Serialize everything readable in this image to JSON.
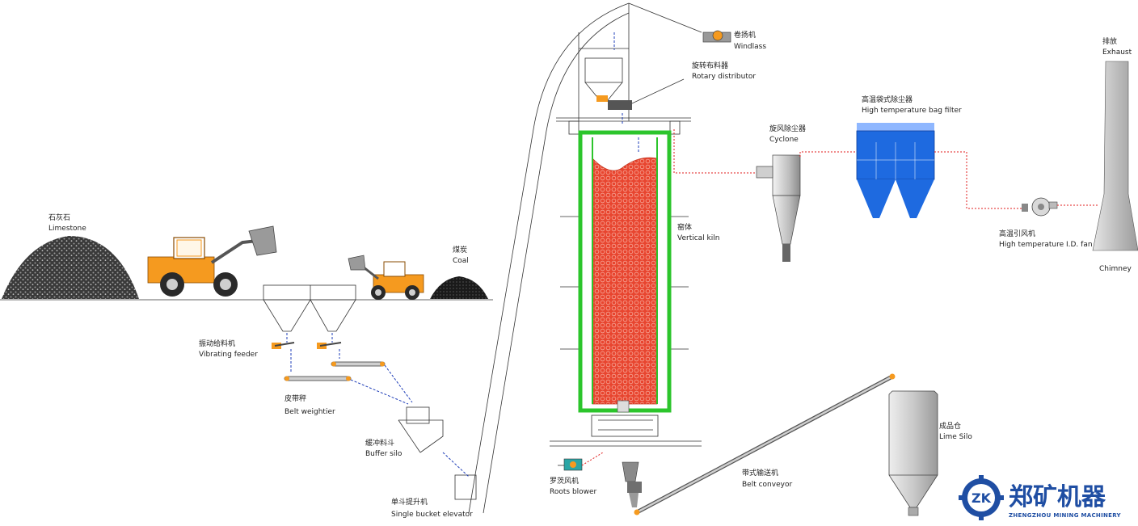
{
  "labels": {
    "limestone": {
      "cn": "石灰石",
      "en": "Limestone"
    },
    "coal": {
      "cn": "煤炭",
      "en": "Coal"
    },
    "vibrating_feeder": {
      "cn": "振动给料机",
      "en": "Vibrating feeder"
    },
    "belt_weightier": {
      "cn": "皮带秤",
      "en": "Belt weightier"
    },
    "buffer_silo": {
      "cn": "缓冲料斗",
      "en": "Buffer silo"
    },
    "single_bucket_elevator": {
      "cn": "单斗提升机",
      "en": "Single bucket elevator"
    },
    "winch": {
      "cn": "卷扬机",
      "en": "Windlass"
    },
    "rotary_distributor": {
      "cn": "旋转布料器",
      "en": "Rotary distributor"
    },
    "kiln": {
      "cn": "窑体",
      "en": "Vertical kiln"
    },
    "roots_blower": {
      "cn": "罗茨风机",
      "en": "Roots blower"
    },
    "belt_conveyor": {
      "cn": "带式输送机",
      "en": "Belt conveyor"
    },
    "lime_silo": {
      "cn": "成品仓",
      "en": "Lime Silo"
    },
    "cyclone": {
      "cn": "旋风除尘器",
      "en": "Cyclone"
    },
    "bag_filter": {
      "cn": "高温袋式除尘器",
      "en": "High temperature bag filter"
    },
    "id_fan": {
      "cn": "高温引风机",
      "en": "High temperature I.D. fan"
    },
    "exhaust": {
      "cn": "排放",
      "en": "Exhaust"
    },
    "chimney": {
      "en": "Chimney"
    }
  },
  "brand": {
    "logo_letters": "ZK",
    "name_cn": "郑矿机器",
    "name_en": "ZHENGZHOU MINING MACHINERY"
  },
  "colors": {
    "kiln_fill": "#e8452f",
    "kiln_wall": "#2cc52c",
    "loader": "#f59a1f",
    "filter": "#1e6ae0",
    "flow_blue": "#1e3db8",
    "flow_red": "#e11d1d",
    "brand": "#1f4ea3"
  }
}
